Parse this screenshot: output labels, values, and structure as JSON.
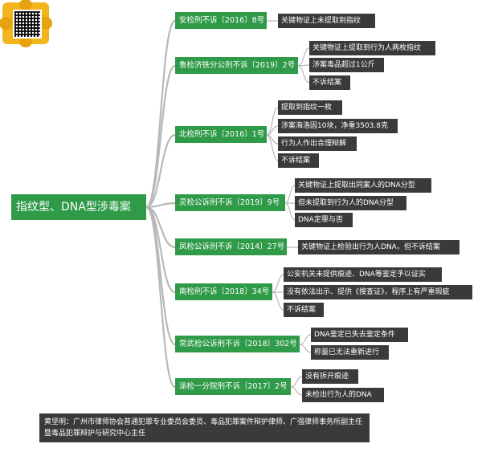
{
  "root": {
    "label": "指纹型、DNA型涉毒案"
  },
  "branches": [
    {
      "label": "安检刑不诉〔2016〕8号",
      "leaves": [
        "关键物证上未提取到指纹"
      ]
    },
    {
      "label": "鲁检济铁分公刑不诉〔2019〕2号",
      "leaves": [
        "关键物证上提取到行为人两枚指纹",
        "涉案毒品超过1公斤",
        "不诉结案"
      ]
    },
    {
      "label": "北检刑不诉〔2016〕1号",
      "leaves": [
        "提取到指纹一枚",
        "涉案海洛因10块，净重3503.8克",
        "行为人作出合理辩解",
        "不诉结案"
      ]
    },
    {
      "label": "灵检公诉刑不诉〔2019〕9号",
      "leaves": [
        "关键物证上提取出同案人的DNA分型",
        "但未提取到行为人的DNA分型",
        "DNA定罪与否"
      ]
    },
    {
      "label": "凤检公诉刑不诉〔2014〕27号",
      "leaves": [
        "关键物证上检验出行为人DNA，但不诉结案"
      ]
    },
    {
      "label": "南检刑不诉〔2018〕34号",
      "leaves": [
        "公安机关未提供痕迹、DNA等鉴定予以证实",
        "没有依法出示、提供《搜查证》，程序上有严重瑕疵",
        "不诉结案"
      ]
    },
    {
      "label": "常武检公诉刑不诉〔2018〕302号",
      "leaves": [
        "DNA鉴定已失去鉴定条件",
        "称量已无法重新进行"
      ]
    },
    {
      "label": "渝检一分院刑不诉〔2017〕2号",
      "leaves": [
        "没有拆开痕迹",
        "未检出行为人的DNA"
      ]
    }
  ],
  "footer": {
    "text": "黄坚明：广州市律师协会普通犯罪专业委员会委员、毒品犯罪案件辩护律师、广强律师事务所副主任暨毒品犯罪辩护与研究中心主任"
  },
  "logo": {
    "icon": "sunflower-qr-code-icon"
  },
  "colors": {
    "branch": "#2f9a48",
    "leaf": "#3a3a3a",
    "line": "#b8b8b8"
  }
}
